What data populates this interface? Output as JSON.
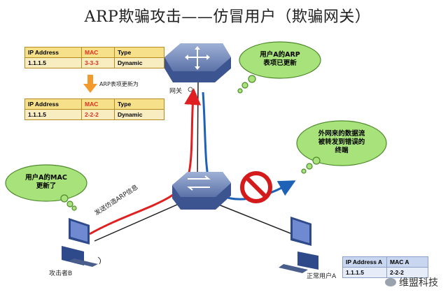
{
  "title": "ARP欺骗攻击——仿冒用户（欺骗网关）",
  "table_before": {
    "headers": [
      "IP Address",
      "MAC",
      "Type"
    ],
    "row": [
      "1.1.1.5",
      "3-3-3",
      "Dynamic"
    ]
  },
  "table_update_label": "ARP表项更新为",
  "table_after": {
    "headers": [
      "IP Address",
      "MAC",
      "Type"
    ],
    "row": [
      "1.1.1.5",
      "2-2-2",
      "Dynamic"
    ]
  },
  "gateway_label": "网关",
  "bubble_gateway": [
    "用户A的ARP",
    "表项已更新"
  ],
  "bubble_traffic": [
    "外网来的数据流",
    "被转发到错误的",
    "终端"
  ],
  "bubble_user": [
    "用户A的MAC",
    "更新了"
  ],
  "arrow_label": "发送仿造ARP信息",
  "attacker_label": "攻击者B",
  "normal_user_label": "正常用户A",
  "user_table": {
    "headers": [
      "IP Address A",
      "MAC A"
    ],
    "row": [
      "1.1.1.5",
      "2-2-2"
    ]
  },
  "watermark": "维盟科技",
  "colors": {
    "attack": "#e02020",
    "traffic": "#1e62b8",
    "cloud": "#a8e27a",
    "block": "#d41a1a"
  }
}
